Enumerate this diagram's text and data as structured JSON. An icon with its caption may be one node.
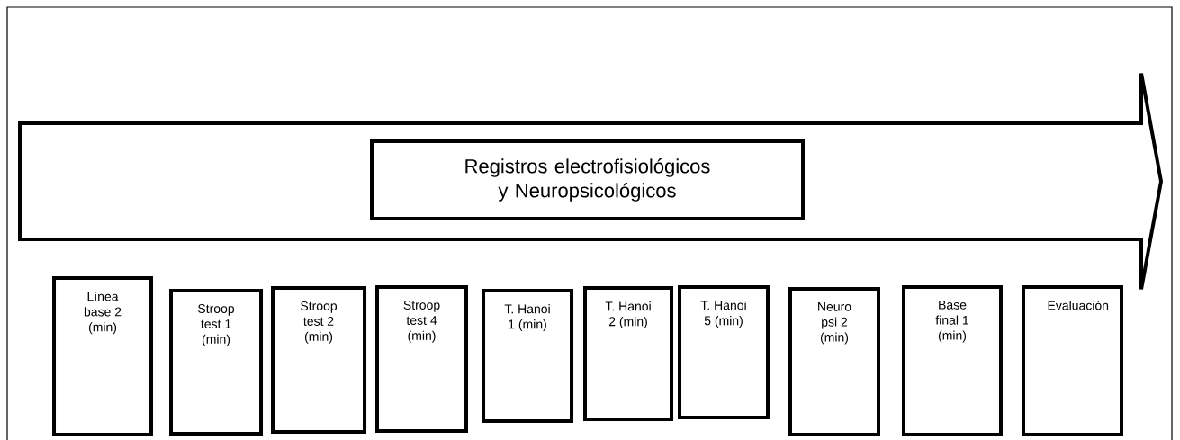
{
  "diagram": {
    "nodes": [
      {
        "text": [],
        "shape": "arrow"
      },
      {
        "text": [
          "Registros electrofisiológicos y Neuropsicológicos"
        ],
        "in": 0
      },
      {
        "text": [
          "Línea base 2 (min)"
        ]
      },
      {
        "text": [
          "Stroop test 1 (min)"
        ]
      },
      {
        "text": [
          "Stroop test 2 (min)"
        ]
      },
      {
        "text": [
          "Stroop test 4 (min)"
        ]
      },
      {
        "text": [
          "T. Hanoi 1 (min)"
        ]
      },
      {
        "text": [
          "T. Hanoi 2 (min)"
        ]
      },
      {
        "text": [
          "T. Hanoi 5 (min)"
        ]
      },
      {
        "text": [
          "Neuro psi 2 (min)"
        ]
      },
      {
        "text": [
          "Base final 1 (min)"
        ]
      },
      {
        "text": [
          "Evaluación"
        ]
      }
    ]
  }
}
